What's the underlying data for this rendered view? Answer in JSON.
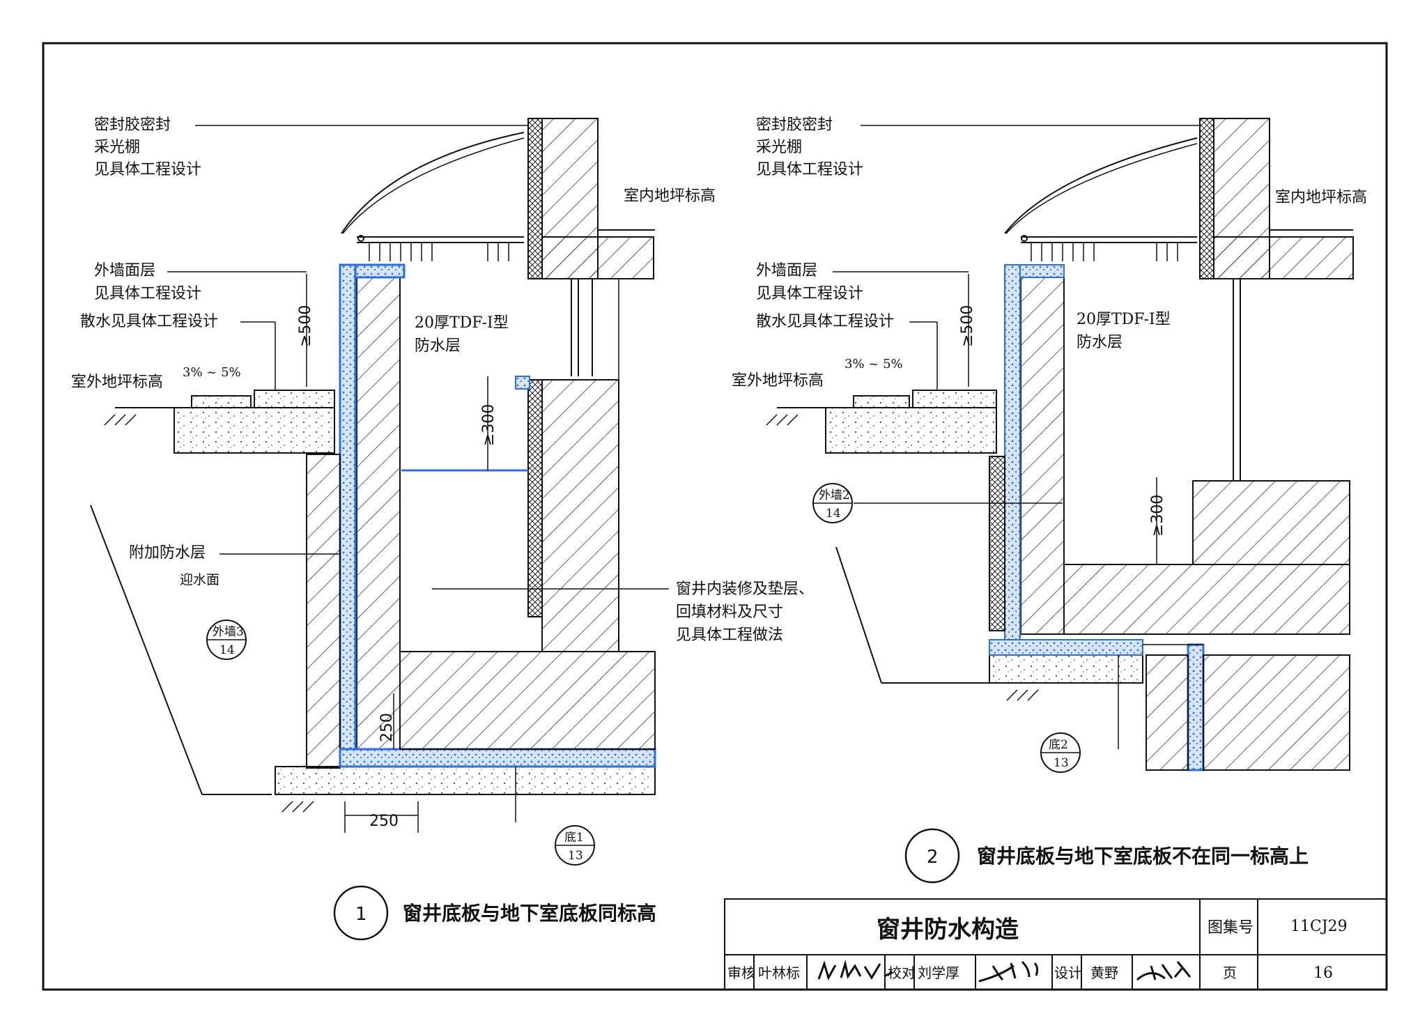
{
  "detail1": {
    "labels": {
      "sealant": "密封胶密封",
      "skylight": "采光棚",
      "skylight_ref": "见具体工程设计",
      "indoor_level": "室内地坪标高",
      "facade": "外墙面层",
      "facade_ref": "见具体工程设计",
      "apron": "散水见具体工程设计",
      "outdoor_level": "室外地坪标高",
      "slope": "3% ~ 5%",
      "membrane_line1": "20厚TDF-Ⅰ型",
      "membrane_line2": "防水层",
      "extra_layer": "附加防水层",
      "water_face": "迎水面",
      "finish_line1": "窗井内装修及垫层、",
      "finish_line2": "回填材料及尺寸",
      "finish_line3": "见具体工程做法"
    },
    "dims": {
      "d500": "≥500",
      "d300": "≥300",
      "d250v": "250",
      "d250h": "250"
    },
    "refs": [
      {
        "top": "外墙3",
        "bottom": "14"
      },
      {
        "top": "底1",
        "bottom": "13"
      }
    ],
    "caption_num": "1",
    "caption": "窗井底板与地下室底板同标高"
  },
  "detail2": {
    "labels": {
      "sealant": "密封胶密封",
      "skylight": "采光棚",
      "skylight_ref": "见具体工程设计",
      "indoor_level": "室内地坪标高",
      "facade": "外墙面层",
      "facade_ref": "见具体工程设计",
      "apron": "散水见具体工程设计",
      "outdoor_level": "室外地坪标高",
      "slope": "3% ~ 5%",
      "membrane_line1": "20厚TDF-Ⅰ型",
      "membrane_line2": "防水层"
    },
    "dims": {
      "d500": "≥500",
      "d300": "≥300"
    },
    "refs": [
      {
        "top": "外墙2",
        "bottom": "14"
      },
      {
        "top": "底2",
        "bottom": "13"
      }
    ],
    "caption_num": "2",
    "caption": "窗井底板与地下室底板不在同一标高上"
  },
  "title_block": {
    "title": "窗井防水构造",
    "atlas_label": "图集号",
    "atlas_no": "11CJ29",
    "review_label": "审核",
    "reviewer": "叶林标",
    "check_label": "校对",
    "checker": "刘学厚",
    "design_label": "设计",
    "designer": "黄野",
    "page_label": "页",
    "page_no": "16"
  },
  "colors": {
    "membrane": "#2e6fd6",
    "membrane_fill": "#cfe0f7",
    "line": "#111111"
  }
}
